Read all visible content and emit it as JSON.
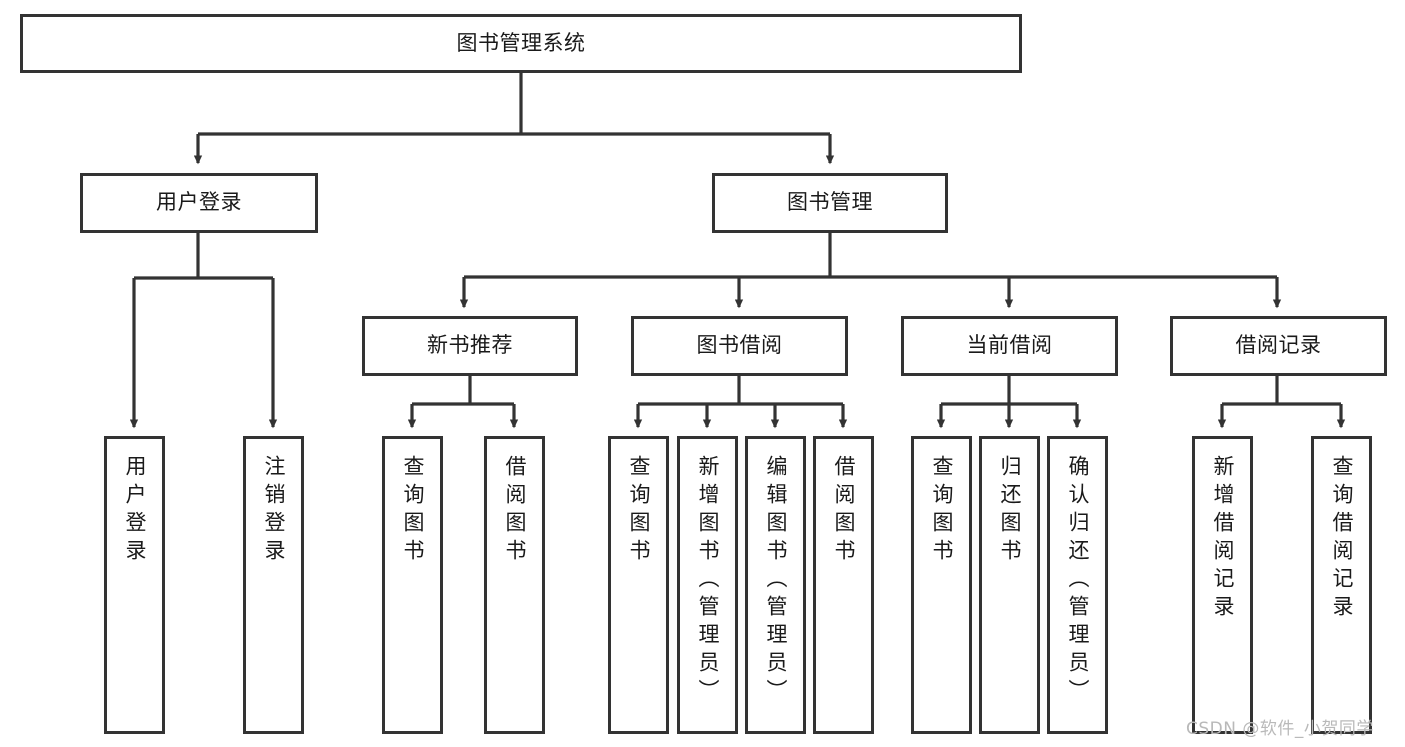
{
  "diagram": {
    "type": "tree-hierarchy-chart",
    "title": "图书管理系统",
    "root": {
      "label": "图书管理系统"
    },
    "level2": [
      {
        "label": "用户登录"
      },
      {
        "label": "图书管理"
      }
    ],
    "level3": [
      {
        "label": "新书推荐"
      },
      {
        "label": "图书借阅"
      },
      {
        "label": "当前借阅"
      },
      {
        "label": "借阅记录"
      }
    ],
    "leaves": {
      "user_login": [
        {
          "label": "用户登录"
        },
        {
          "label": "注销登录"
        }
      ],
      "new_book_recommend": [
        {
          "label": "查询图书"
        },
        {
          "label": "借阅图书"
        }
      ],
      "book_borrow": [
        {
          "label": "查询图书"
        },
        {
          "label": "新增图书（管理员）"
        },
        {
          "label": "编辑图书（管理员）"
        },
        {
          "label": "借阅图书"
        }
      ],
      "current_borrow": [
        {
          "label": "查询图书"
        },
        {
          "label": "归还图书"
        },
        {
          "label": "确认归还（管理员）"
        }
      ],
      "borrow_record": [
        {
          "label": "新增借阅记录"
        },
        {
          "label": "查询借阅记录"
        }
      ]
    }
  },
  "watermark": {
    "text": "CSDN @软件_小贺同学"
  },
  "colors": {
    "box_border": "#333333",
    "box_fill": "#ffffff",
    "connector": "#333333",
    "text": "#1a1a1a",
    "watermark": "#b9b9b9"
  }
}
